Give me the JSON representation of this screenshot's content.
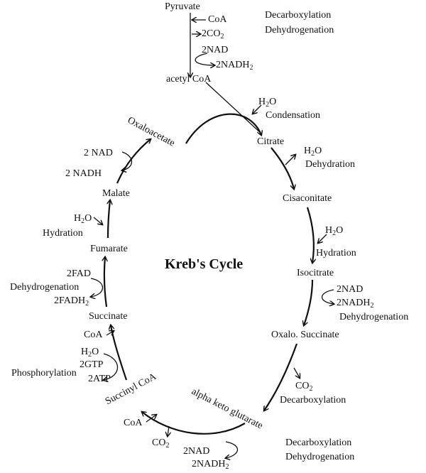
{
  "title": "Kreb's Cycle",
  "top": {
    "pyruvate": "Pyruvate",
    "coa_in": "CoA",
    "co2_out": "2CO",
    "co2_sub": "2",
    "nad": "2NAD",
    "nadh": "2NADH",
    "nadh_sub": "2",
    "acetyl_coa": "acetyl CoA",
    "note_1": "Decarboxylation",
    "note_2": "Dehydrogenation"
  },
  "cycle": {
    "oxaloacetate": "Oxaloacetate",
    "citrate": "Citrate",
    "cisaconitate": "Cisaconitate",
    "isocitrate": "Isocitrate",
    "oxalo_succinate": "Oxalo. Succinate",
    "alpha_keto_glutarate": "alpha keto glutarate",
    "succinyl_coa": "Succinyl CoA",
    "succinate": "Succinate",
    "fumarate": "Fumarate",
    "malate": "Malate"
  },
  "steps": {
    "condensation_h2o_h": "H",
    "condensation_h2o_sub": "2",
    "condensation_h2o_o": "O",
    "condensation": "Condensation",
    "dehydration_h2o_h": "H",
    "dehydration_h2o_sub": "2",
    "dehydration_h2o_o": "O",
    "dehydration": "Dehydration",
    "hydration1_h2o_h": "H",
    "hydration1_h2o_sub": "2",
    "hydration1_h2o_o": "O",
    "hydration1": "Hydration",
    "iso_nad": "2NAD",
    "iso_nadh": "2NADH",
    "iso_nadh_sub": "2",
    "iso_dehydrogenation": "Dehydrogenation",
    "co2_right": "CO",
    "co2_right_sub": "2",
    "decarboxylation_right": "Decarboxylation",
    "akg_decarboxylation": "Decarboxylation",
    "akg_dehydrogenation": "Dehydrogenation",
    "akg_nad": "2NAD",
    "akg_nadh": "2NADH",
    "akg_nadh_sub": "2",
    "akg_coa": "CoA",
    "akg_co2": "CO",
    "akg_co2_sub": "2",
    "sc_coa": "CoA",
    "sc_h2o_h": "H",
    "sc_h2o_sub": "2",
    "sc_h2o_o": "O",
    "sc_gtp": "2GTP",
    "sc_atp": "2ATP",
    "phosphorylation": "Phosphorylation",
    "fad": "2FAD",
    "fadh": "2FADH",
    "fadh_sub": "2",
    "succ_dehydrogenation": "Dehydrogenation",
    "hydration2_h2o_h": "H",
    "hydration2_h2o_sub": "2",
    "hydration2_h2o_o": "O",
    "hydration2": "Hydration",
    "mal_nad": "2 NAD",
    "mal_nadh": "2 NADH"
  }
}
